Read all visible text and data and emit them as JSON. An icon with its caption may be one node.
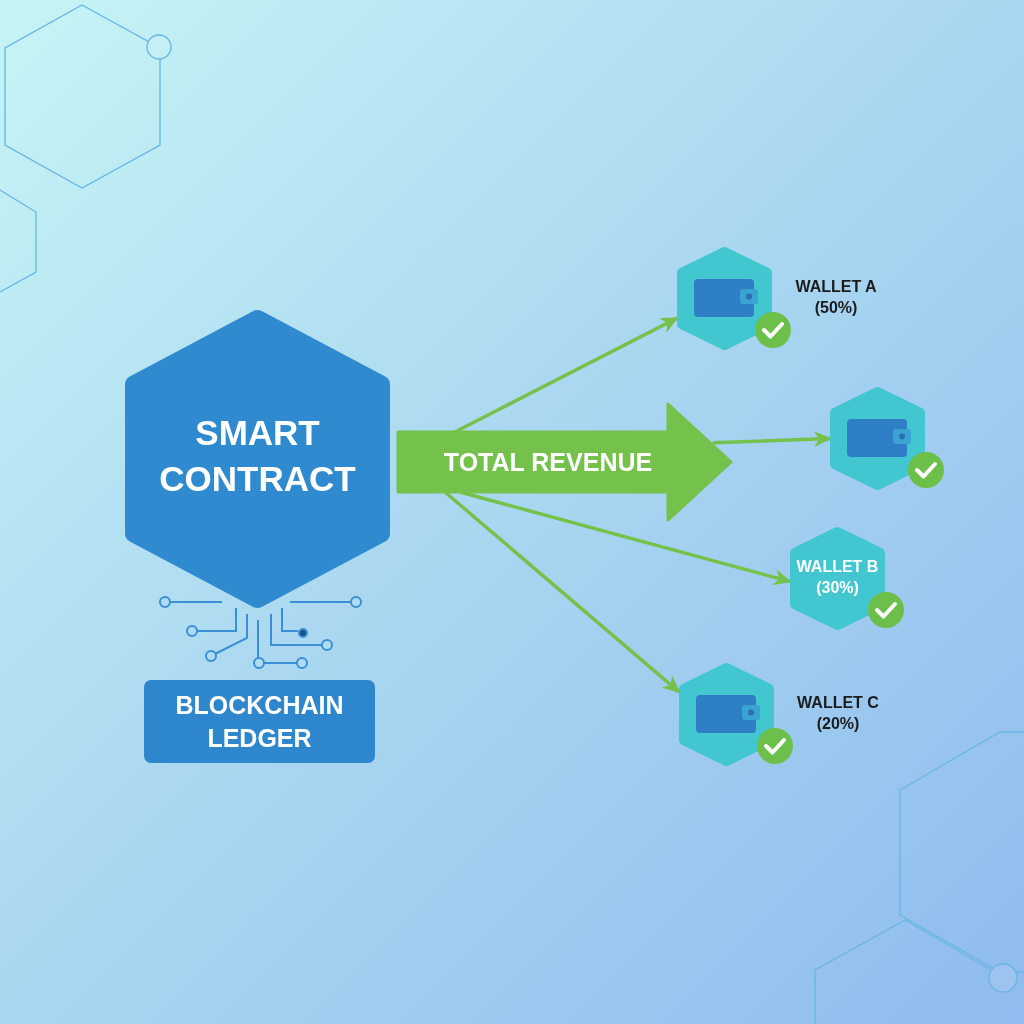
{
  "diagram": {
    "nodes": [
      {
        "text": [
          "SMART CONTRACT"
        ]
      },
      {
        "text": [
          "TOTAL REVENUE"
        ]
      },
      {
        "text": [
          "WALLET A (50%)"
        ]
      },
      {
        "text": [],
        "shape": "hexagon"
      },
      {
        "text": [
          "WALLET B (30%)"
        ]
      },
      {
        "text": [
          "WALLET C (20%)"
        ]
      },
      {
        "text": [
          "BLOCKCHAIN LEDGER"
        ]
      }
    ],
    "edges": [
      {
        "from": 1,
        "to": 2,
        "arrow": "to"
      },
      {
        "from": 1,
        "to": 3,
        "arrow": "to"
      },
      {
        "from": 1,
        "to": 4,
        "arrow": "to"
      },
      {
        "from": 1,
        "to": 5,
        "arrow": "to"
      }
    ]
  }
}
